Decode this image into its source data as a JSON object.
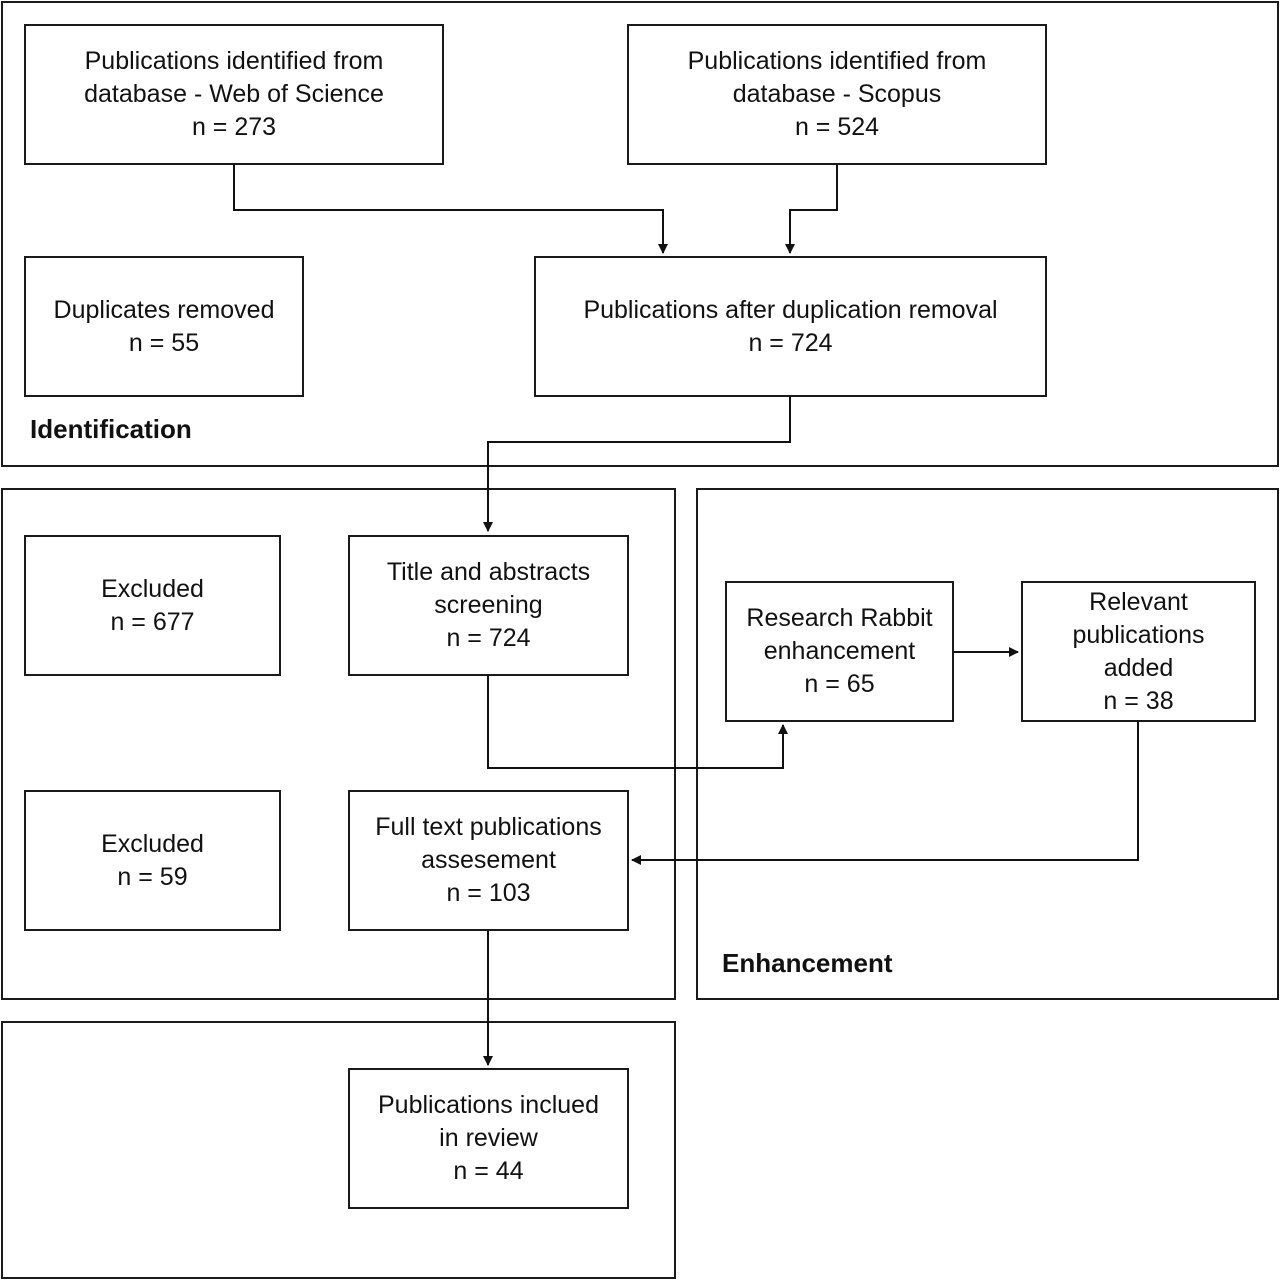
{
  "sections": {
    "identification": "Identification",
    "enhancement": "Enhancement"
  },
  "boxes": {
    "wos": {
      "line1": "Publications identified from",
      "line2": "database - Web of Science",
      "count": "n = 273"
    },
    "scopus": {
      "line1": "Publications identified from",
      "line2": "database - Scopus",
      "count": "n = 524"
    },
    "duplicates": {
      "line1": "Duplicates removed",
      "count": "n = 55"
    },
    "after_dedup": {
      "line1": "Publications after duplication removal",
      "count": "n = 724"
    },
    "excluded1": {
      "line1": "Excluded",
      "count": "n = 677"
    },
    "screening": {
      "line1": "Title and abstracts",
      "line2": "screening",
      "count": "n = 724"
    },
    "rabbit": {
      "line1": "Research Rabbit",
      "line2": "enhancement",
      "count": "n = 65"
    },
    "relevant": {
      "line1": "Relevant",
      "line2": "publications",
      "line3": "added",
      "count": "n = 38"
    },
    "excluded2": {
      "line1": "Excluded",
      "count": "n = 59"
    },
    "fulltext": {
      "line1": "Full text publications",
      "line2": "assesement",
      "count": "n = 103"
    },
    "included": {
      "line1": "Publications inclued",
      "line2": "in review",
      "count": "n = 44"
    }
  }
}
